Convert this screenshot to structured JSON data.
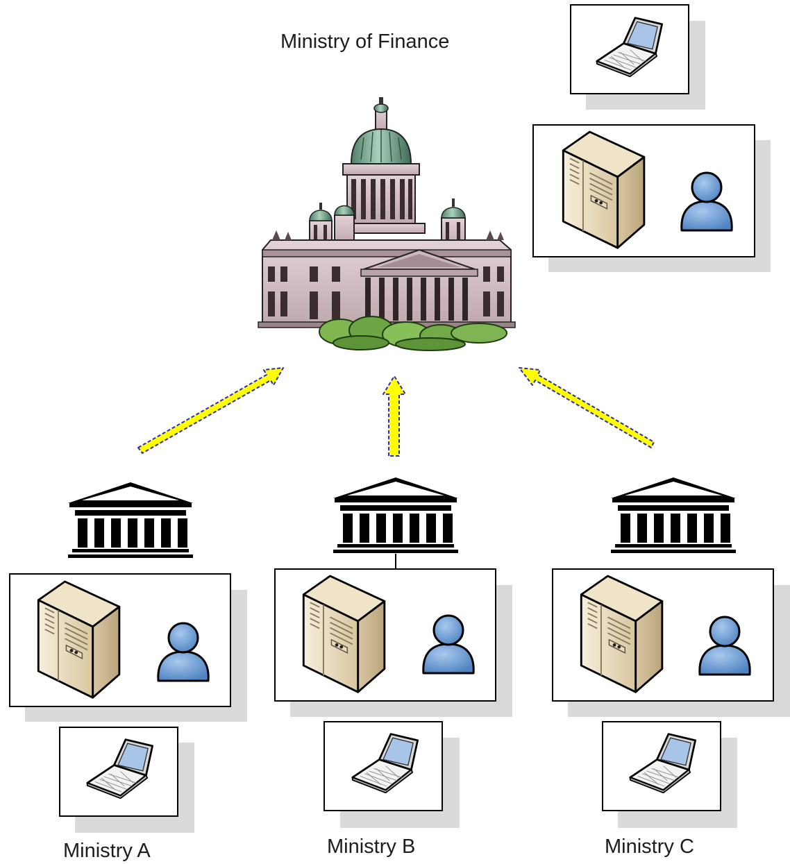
{
  "diagram": {
    "title": "Ministry of Finance",
    "ministries": [
      {
        "label": "Ministry A"
      },
      {
        "label": "Ministry B"
      },
      {
        "label": "Ministry C"
      }
    ],
    "colors": {
      "arrow_fill": "#ffff00",
      "arrow_dash": "#2a2ab8",
      "box_shadow": "#d9d9d9",
      "server_body": "#eadcbd",
      "user_blue": "#6f9fd4"
    },
    "icons": [
      "capitol-building-icon",
      "ministry-building-icon",
      "server-icon",
      "user-icon",
      "laptop-icon",
      "up-arrow-icon"
    ]
  }
}
